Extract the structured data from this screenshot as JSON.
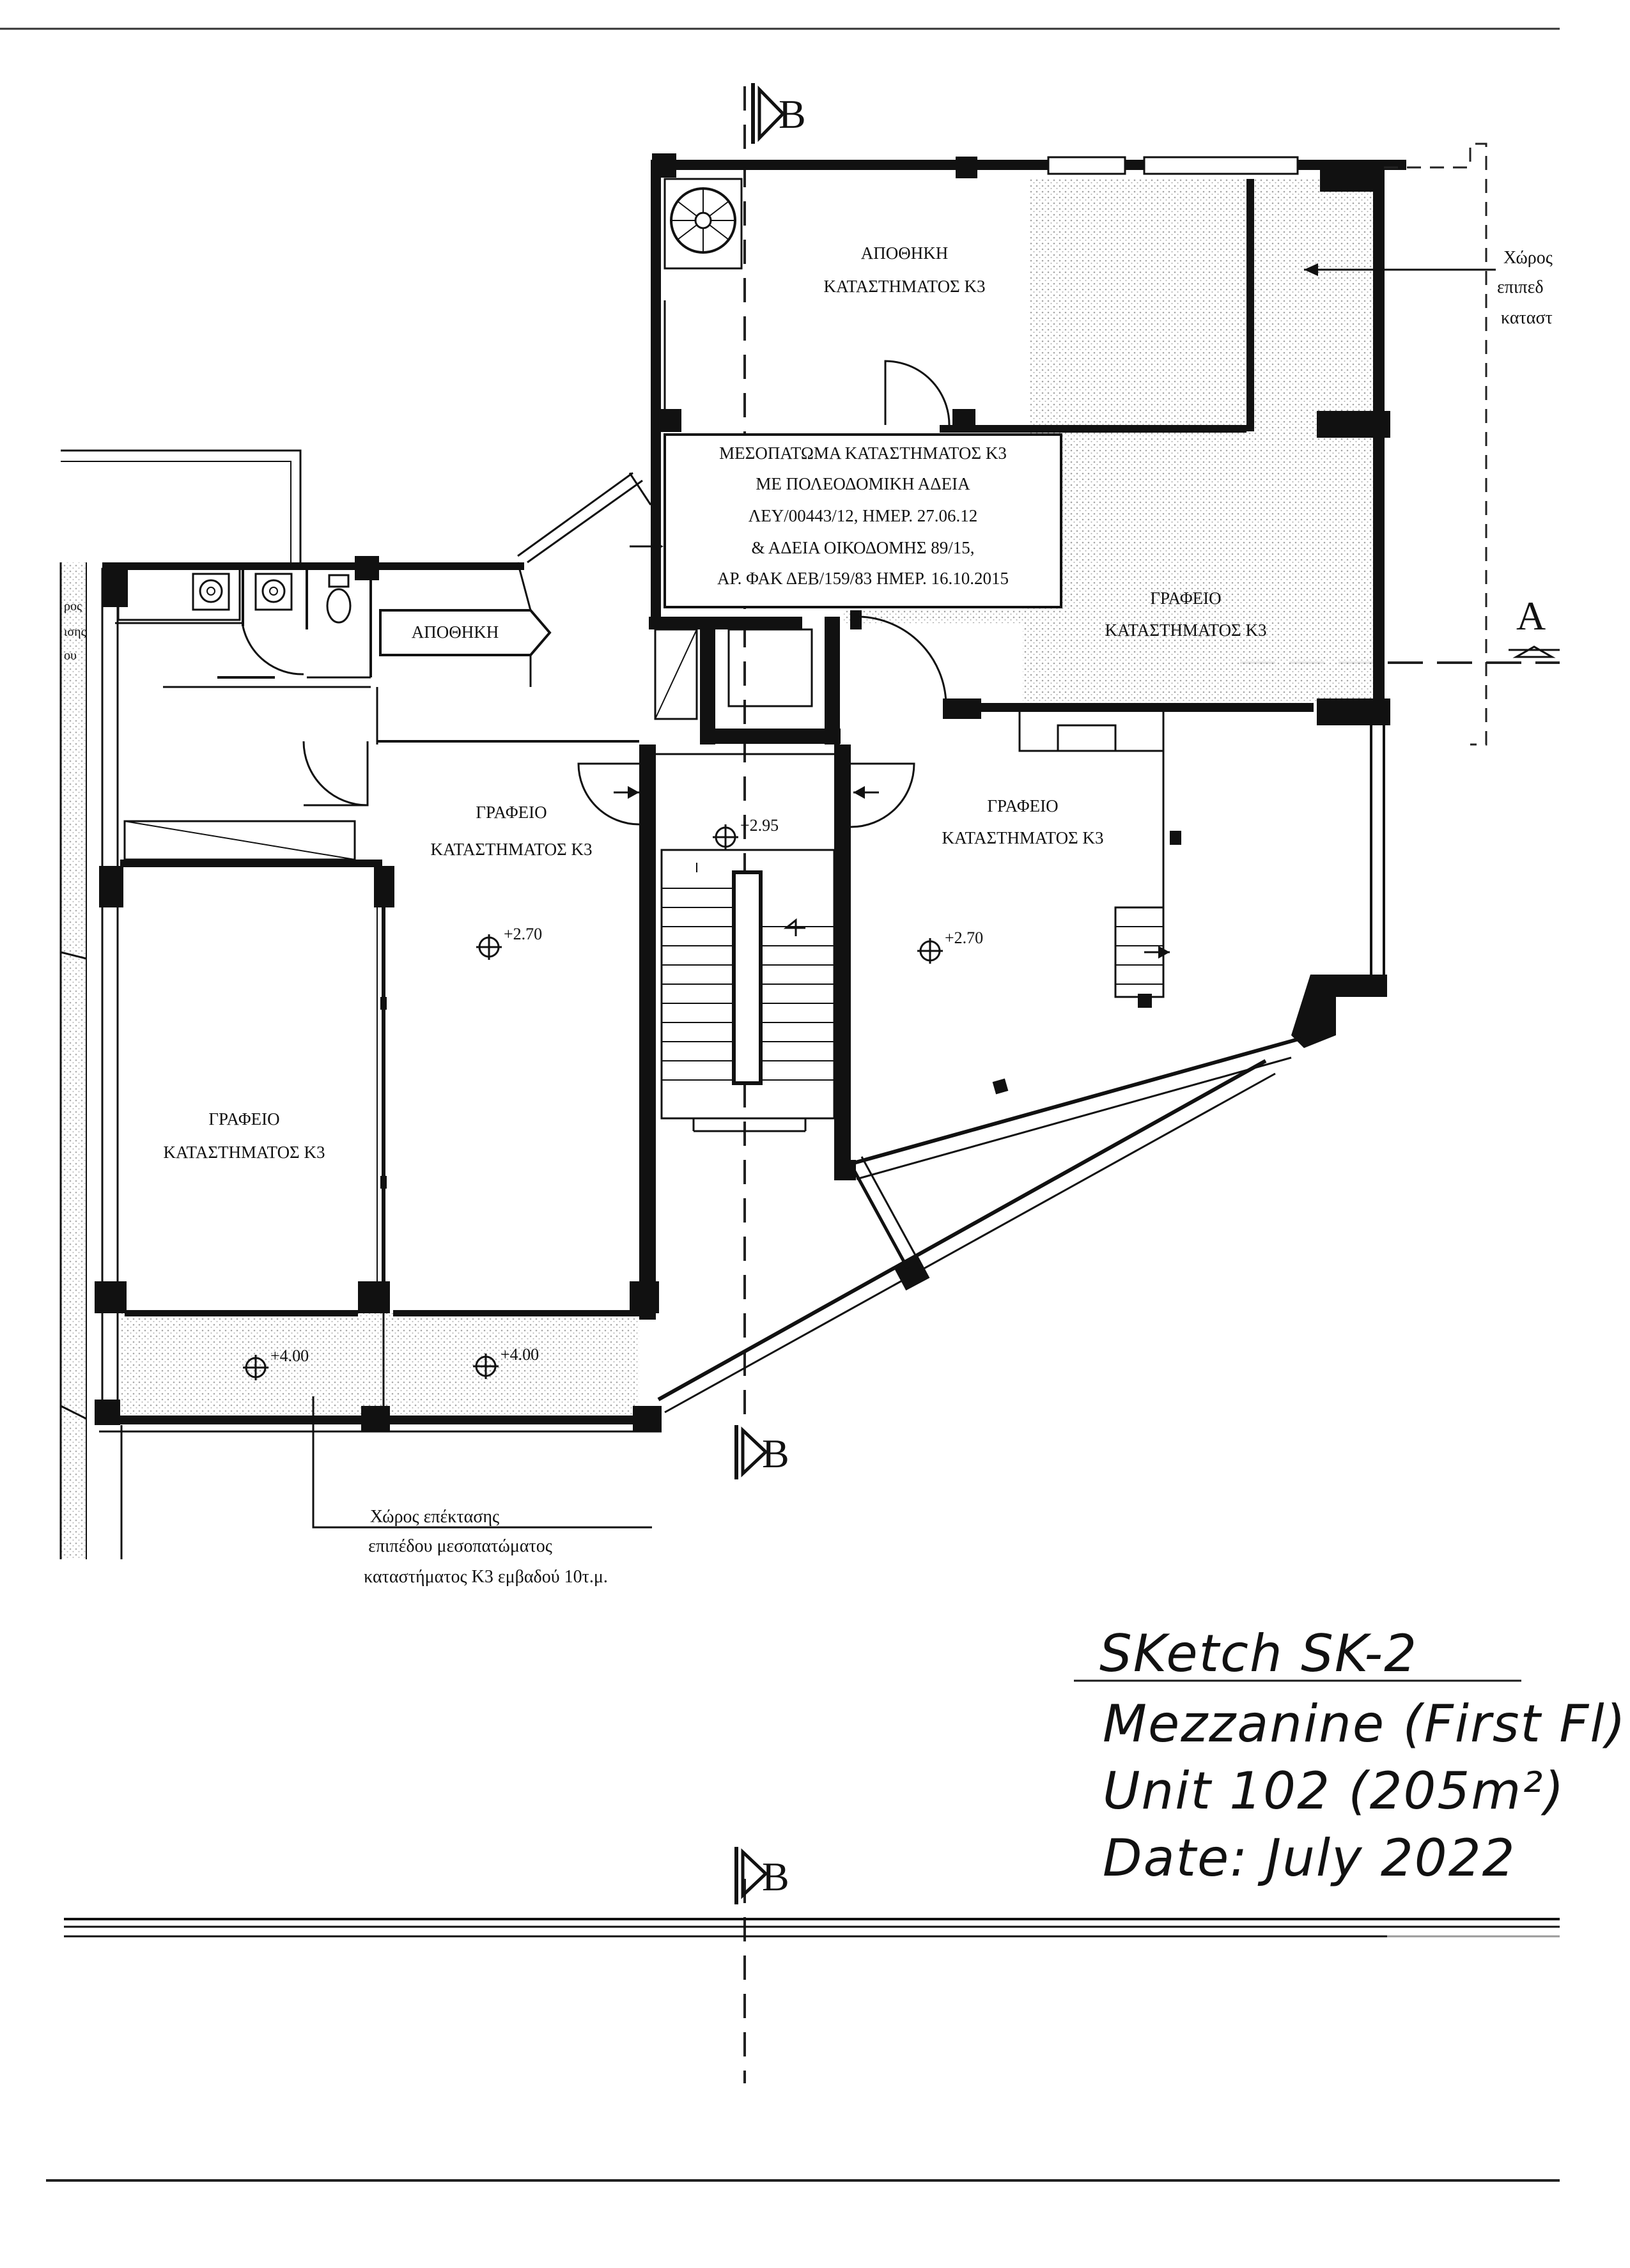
{
  "plan": {
    "rooms": {
      "storage_k3": [
        "ΑΠΟΘΗΚΗ",
        "ΚΑΤΑΣΤΗΜΑΤΟΣ Κ3"
      ],
      "mezz_permit": [
        "ΜΕΣΟΠΑΤΩΜΑ ΚΑΤΑΣΤΗΜΑΤΟΣ Κ3",
        "ΜΕ ΠΟΛΕΟΔΟΜΙΚΗ ΑΔΕΙΑ",
        "ΛΕΥ/00443/12,  ΗΜΕΡ. 27.06.12",
        "& ΑΔΕΙΑ ΟΙΚΟΔΟΜΗΣ 89/15,",
        "ΑΡ. ΦΑΚ ΔΕΒ/159/83 ΗΜΕΡ. 16.10.2015"
      ],
      "storage_small": "ΑΠΟΘΗΚΗ",
      "office_right_top": [
        "ΓΡΑΦΕΙΟ",
        "ΚΑΤΑΣΤΗΜΑΤΟΣ Κ3"
      ],
      "office_center": [
        "ΓΡΑΦΕΙΟ",
        "ΚΑΤΑΣΤΗΜΑΤΟΣ Κ3"
      ],
      "office_right": [
        "ΓΡΑΦΕΙΟ",
        "ΚΑΤΑΣΤΗΜΑΤΟΣ Κ3"
      ],
      "office_left": [
        "ΓΡΑΦΕΙΟ",
        "ΚΑΤΑΣΤΗΜΑΤΟΣ Κ3"
      ]
    },
    "levels": {
      "stair": "+2.95",
      "office_center": "+2.70",
      "office_right": "+2.70",
      "balcony_left": "+4.00",
      "balcony_right": "+4.00"
    },
    "section_marks": {
      "b_top": "B",
      "b_bottom": "B",
      "b_lower": "B",
      "a_right": "A"
    },
    "notes": {
      "extension": [
        "Χώρος επέκτασης",
        "επιπέδου μεσοπατώματος",
        "καταστήματος Κ3 εμβαδού 10τ.μ."
      ],
      "top_right_clip": [
        "Χώρος",
        "επιπεδ",
        "καταστ"
      ],
      "left_clip": [
        "ρος",
        "ισης",
        "ου"
      ]
    }
  },
  "handwritten": {
    "line1": "SKetch SK-2",
    "line2": "Mezzanine (First Fl)",
    "line3": "Unit 102 (205m²)",
    "line4": "Date: July 2022"
  }
}
